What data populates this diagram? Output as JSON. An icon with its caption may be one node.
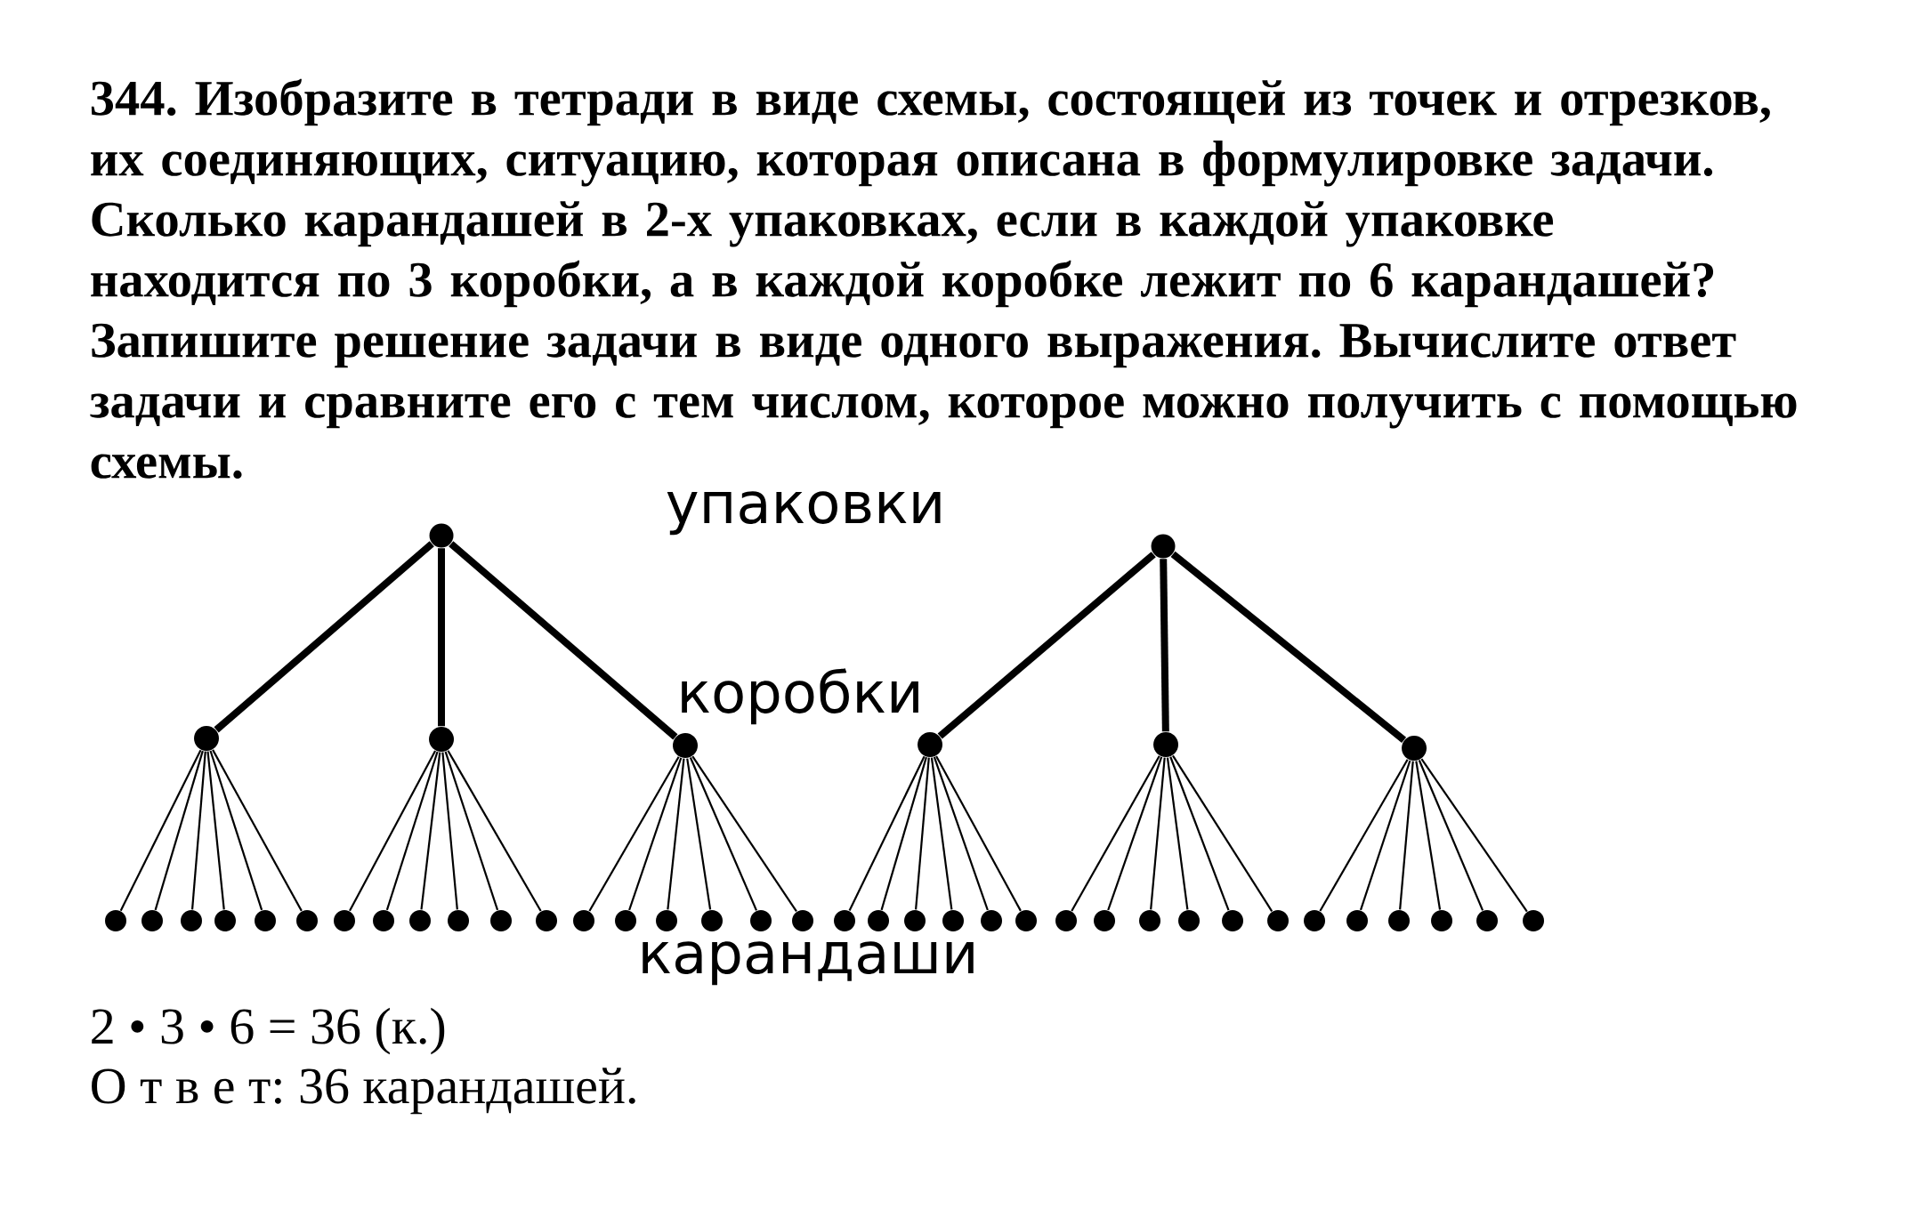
{
  "diagram": {
    "title": "344. Изобразите в тетради в виде схемы, состоящей из точек и отрезков, их соединяющих, ситуацию, которая описана в формулировке задачи. Сколько карандашей в 2-х упаковках, если в каждой упаковке находится по 3 коробки, а в каждой коробке лежит по 6 карандашей? Запишите решение задачи в виде одного выражения. Вычислите ответ задачи и сравните его с тем числом, которое можно получить с помощью схемы.",
    "nodes": [
      {
        "text": [],
        "shape": "circle"
      },
      {
        "text": [],
        "shape": "circle"
      },
      {
        "text": [],
        "shape": "circle"
      },
      {
        "text": [],
        "shape": "circle"
      },
      {
        "text": [],
        "shape": "circle"
      },
      {
        "text": [],
        "shape": "circle"
      },
      {
        "text": [],
        "shape": "circle"
      },
      {
        "text": [],
        "shape": "circle"
      },
      {
        "text": [],
        "shape": "circle"
      },
      {
        "text": [],
        "shape": "circle"
      },
      {
        "text": [],
        "shape": "circle"
      },
      {
        "text": [],
        "shape": "circle"
      },
      {
        "text": [],
        "shape": "circle"
      },
      {
        "text": [],
        "shape": "circle"
      },
      {
        "text": [],
        "shape": "circle"
      },
      {
        "text": [],
        "shape": "circle"
      },
      {
        "text": [],
        "shape": "circle"
      },
      {
        "text": [],
        "shape": "circle"
      },
      {
        "text": [],
        "shape": "circle"
      },
      {
        "text": [],
        "shape": "circle"
      },
      {
        "text": [],
        "shape": "circle"
      },
      {
        "text": [],
        "shape": "circle"
      },
      {
        "text": [],
        "shape": "circle"
      },
      {
        "text": [],
        "shape": "circle"
      },
      {
        "text": [],
        "shape": "circle"
      },
      {
        "text": [],
        "shape": "circle"
      },
      {
        "text": [],
        "shape": "circle"
      },
      {
        "text": [],
        "shape": "circle"
      },
      {
        "text": [],
        "shape": "circle"
      },
      {
        "text": [],
        "shape": "circle"
      },
      {
        "text": [],
        "shape": "circle"
      },
      {
        "text": [],
        "shape": "circle"
      },
      {
        "text": [],
        "shape": "circle"
      },
      {
        "text": [],
        "shape": "circle"
      },
      {
        "text": [],
        "shape": "circle"
      },
      {
        "text": [],
        "shape": "circle"
      },
      {
        "text": [],
        "shape": "circle"
      },
      {
        "text": [],
        "shape": "circle"
      },
      {
        "text": [],
        "shape": "circle"
      },
      {
        "text": [],
        "shape": "circle"
      },
      {
        "text": [],
        "shape": "circle"
      },
      {
        "text": [],
        "shape": "circle"
      },
      {
        "text": [],
        "shape": "circle"
      },
      {
        "text": [],
        "shape": "circle"
      }
    ],
    "edges": [
      {
        "from": 0,
        "to": 2,
        "arrow": "none",
        "style": "thick"
      },
      {
        "from": 0,
        "to": 3,
        "arrow": "none",
        "style": "thick"
      },
      {
        "from": 0,
        "to": 4,
        "arrow": "none",
        "style": "thick"
      },
      {
        "from": 1,
        "to": 5,
        "arrow": "none",
        "style": "thick"
      },
      {
        "from": 1,
        "to": 6,
        "arrow": "none",
        "style": "thick"
      },
      {
        "from": 1,
        "to": 7,
        "arrow": "none",
        "style": "thick"
      },
      {
        "from": 2,
        "to": 8,
        "arrow": "none"
      },
      {
        "from": 2,
        "to": 9,
        "arrow": "none"
      },
      {
        "from": 2,
        "to": 10,
        "arrow": "none"
      },
      {
        "from": 2,
        "to": 11,
        "arrow": "none"
      },
      {
        "from": 2,
        "to": 12,
        "arrow": "none"
      },
      {
        "from": 2,
        "to": 13,
        "arrow": "none"
      },
      {
        "from": 3,
        "to": 14,
        "arrow": "none"
      },
      {
        "from": 3,
        "to": 15,
        "arrow": "none"
      },
      {
        "from": 3,
        "to": 16,
        "arrow": "none"
      },
      {
        "from": 3,
        "to": 17,
        "arrow": "none"
      },
      {
        "from": 3,
        "to": 18,
        "arrow": "none"
      },
      {
        "from": 3,
        "to": 19,
        "arrow": "none"
      },
      {
        "from": 4,
        "to": 20,
        "arrow": "none"
      },
      {
        "from": 4,
        "to": 21,
        "arrow": "none"
      },
      {
        "from": 4,
        "to": 22,
        "arrow": "none"
      },
      {
        "from": 4,
        "to": 23,
        "arrow": "none"
      },
      {
        "from": 4,
        "to": 24,
        "arrow": "none"
      },
      {
        "from": 4,
        "to": 25,
        "arrow": "none"
      },
      {
        "from": 5,
        "to": 26,
        "arrow": "none"
      },
      {
        "from": 5,
        "to": 27,
        "arrow": "none"
      },
      {
        "from": 5,
        "to": 28,
        "arrow": "none"
      },
      {
        "from": 5,
        "to": 29,
        "arrow": "none"
      },
      {
        "from": 5,
        "to": 30,
        "arrow": "none"
      },
      {
        "from": 5,
        "to": 31,
        "arrow": "none"
      },
      {
        "from": 6,
        "to": 32,
        "arrow": "none"
      },
      {
        "from": 6,
        "to": 33,
        "arrow": "none"
      },
      {
        "from": 6,
        "to": 34,
        "arrow": "none"
      },
      {
        "from": 6,
        "to": 35,
        "arrow": "none"
      },
      {
        "from": 6,
        "to": 36,
        "arrow": "none"
      },
      {
        "from": 6,
        "to": 37,
        "arrow": "none"
      },
      {
        "from": 7,
        "to": 38,
        "arrow": "none"
      },
      {
        "from": 7,
        "to": 39,
        "arrow": "none"
      },
      {
        "from": 7,
        "to": 40,
        "arrow": "none"
      },
      {
        "from": 7,
        "to": 41,
        "arrow": "none"
      },
      {
        "from": 7,
        "to": 42,
        "arrow": "none"
      },
      {
        "from": 7,
        "to": 43,
        "arrow": "none"
      }
    ],
    "labels": [
      "упаковки",
      "коробки",
      "карандаши",
      "2 • 3 • 6 = 36 (к.)",
      "О т в е т: 36 карандашей."
    ]
  }
}
